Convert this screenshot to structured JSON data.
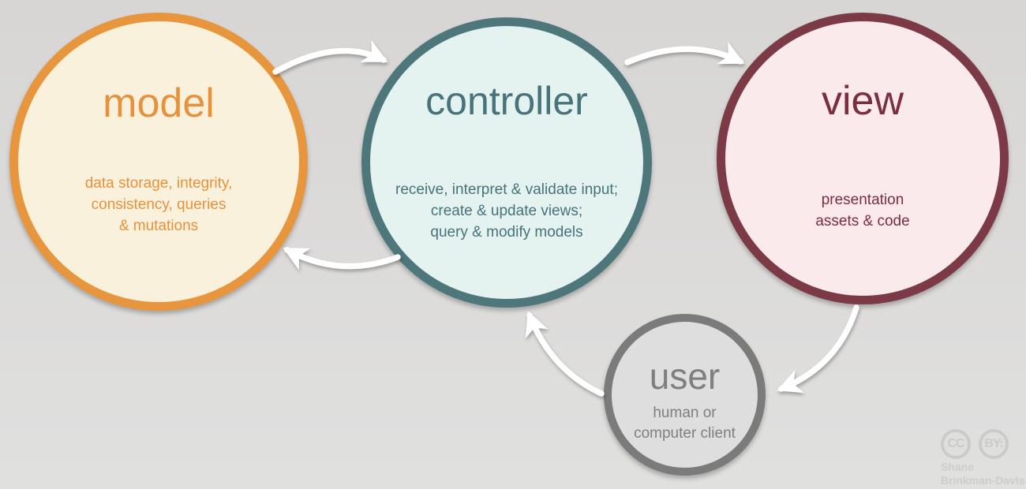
{
  "nodes": {
    "model": {
      "label": "model",
      "desc_lines": [
        "data storage, integrity,",
        "consistency, queries",
        "& mutations"
      ],
      "border_color": "#e8963e",
      "fill_color": "#faf1dd",
      "text_color": "#e8913b"
    },
    "controller": {
      "label": "controller",
      "desc_lines": [
        "receive, interpret & validate input;",
        "create & update views;",
        "query & modify models"
      ],
      "border_color": "#4d777b",
      "fill_color": "#e4f2f0",
      "text_color": "#47737a"
    },
    "view": {
      "label": "view",
      "desc_lines": [
        "presentation",
        "assets & code"
      ],
      "border_color": "#7c3a46",
      "fill_color": "#faeaec",
      "text_color": "#7b2e3e"
    },
    "user": {
      "label": "user",
      "desc_lines": [
        "human or",
        "computer client"
      ],
      "border_color": "#7b7b7b",
      "fill_color": "#dedede",
      "text_color": "#7f7f7f"
    }
  },
  "edges": [
    {
      "from": "model",
      "to": "controller"
    },
    {
      "from": "controller",
      "to": "view"
    },
    {
      "from": "controller",
      "to": "model"
    },
    {
      "from": "view",
      "to": "user"
    },
    {
      "from": "user",
      "to": "controller"
    }
  ],
  "arrow_color": "#ffffff",
  "attribution": {
    "badge_cc": "CC",
    "badge_by": "BY:",
    "author_line1": "Shane",
    "author_line2": "Brinkman-Davis"
  }
}
